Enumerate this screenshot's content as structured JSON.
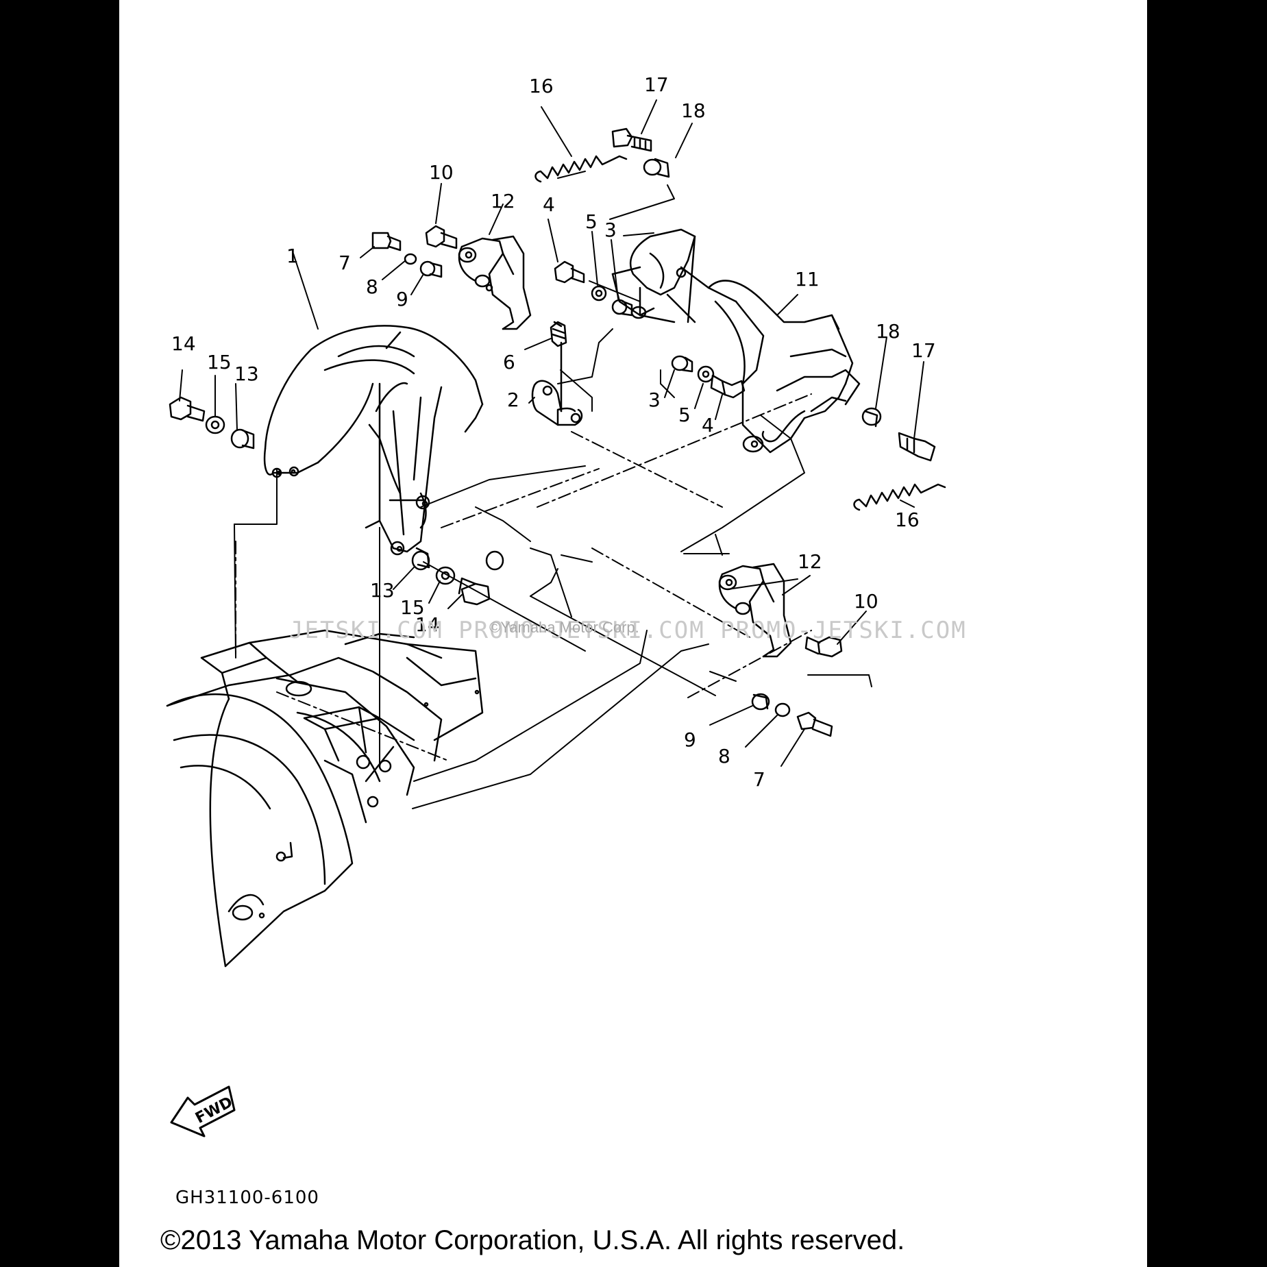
{
  "callouts": {
    "c1": "1",
    "c2": "2",
    "c3a": "3",
    "c3b": "3",
    "c4a": "4",
    "c4b": "4",
    "c5a": "5",
    "c5b": "5",
    "c6": "6",
    "c7a": "7",
    "c7b": "7",
    "c8a": "8",
    "c8b": "8",
    "c9a": "9",
    "c9b": "9",
    "c10a": "10",
    "c10b": "10",
    "c11": "11",
    "c12a": "12",
    "c12b": "12",
    "c13a": "13",
    "c13b": "13",
    "c14a": "14",
    "c14b": "14",
    "c15a": "15",
    "c15b": "15",
    "c16a": "16",
    "c16b": "16",
    "c17a": "17",
    "c17b": "17",
    "c18a": "18",
    "c18b": "18"
  },
  "fwd_label": "FWD",
  "diagram_code": "GH31100-6100",
  "copyright": "©2013 Yamaha Motor Corporation, U.S.A. All rights reserved.",
  "watermark": "JETSKI.COM  PROMO-JETSKI.COM  PROMO-JETSKI.COM",
  "watermark_small": "©Yamaha Motor Corp."
}
